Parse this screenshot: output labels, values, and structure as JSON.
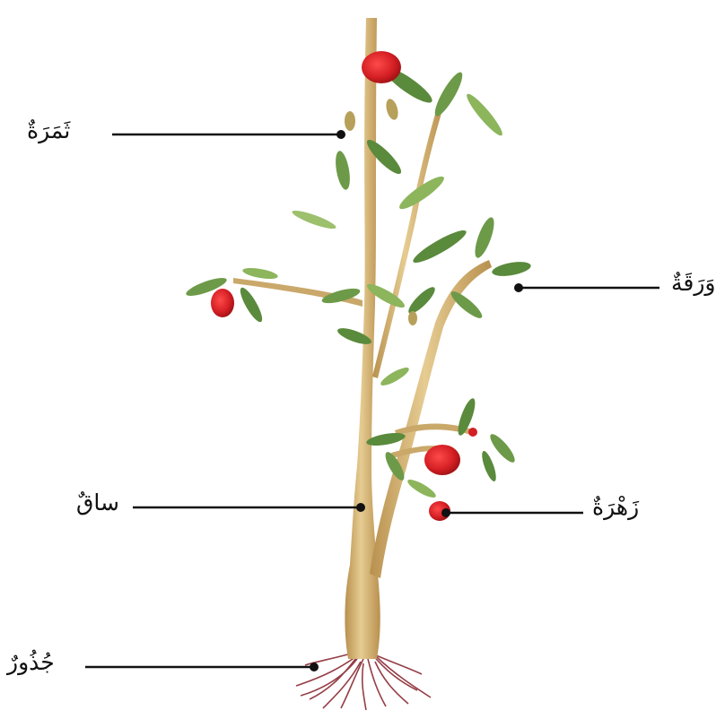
{
  "labels": {
    "fruit": "ثَمَرَةٌ",
    "leaf": "وَرَقَةٌ",
    "stem": "ساقٌ",
    "flower": "زَهْرَةٌ",
    "roots": "جُذُورٌ"
  },
  "colors": {
    "stem": "#d8b878",
    "stem_shade": "#b8904e",
    "leaf": "#5a8a3c",
    "leaf_light": "#8cb55c",
    "flower": "#d41f24",
    "root": "#8a2a32",
    "line": "#111111"
  }
}
